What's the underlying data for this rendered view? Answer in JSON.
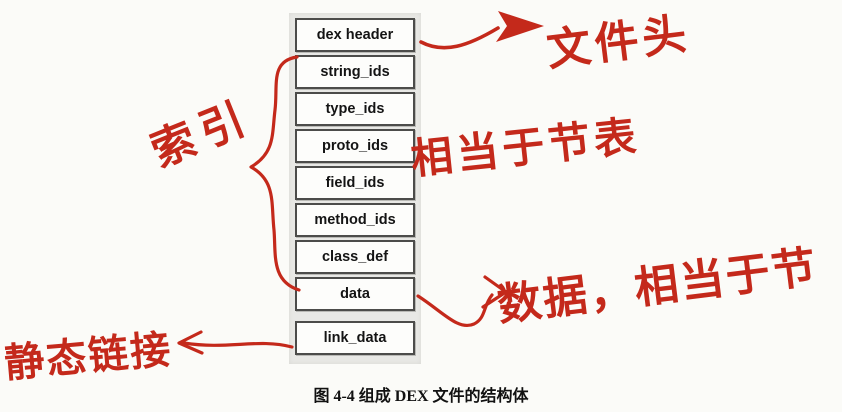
{
  "figure": {
    "boxes": [
      {
        "label": "dex header"
      },
      {
        "label": "string_ids"
      },
      {
        "label": "type_ids"
      },
      {
        "label": "proto_ids"
      },
      {
        "label": "field_ids"
      },
      {
        "label": "method_ids"
      },
      {
        "label": "class_def"
      },
      {
        "label": "data"
      },
      {
        "label": "link_data"
      }
    ],
    "annotations": {
      "file_header": "文件头",
      "index": "索引",
      "section_table": "相当于节表",
      "data_section": "数据，相当于节",
      "static_link": "静态链接"
    },
    "caption": "图 4-4  组成 DEX 文件的结构体",
    "colors": {
      "annotation_red": "#c4291b",
      "box_border": "#4c4c4a"
    }
  }
}
